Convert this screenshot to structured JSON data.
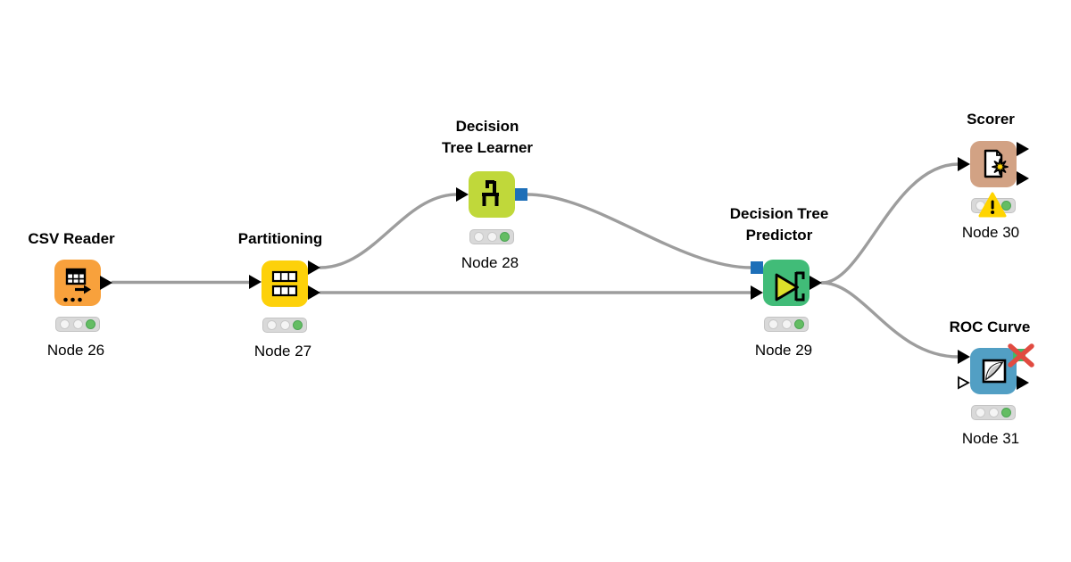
{
  "app": {
    "view": "workflow-canvas",
    "background": "#ffffff"
  },
  "colors": {
    "wire": "#9d9d9d",
    "data_port": "#000000",
    "model_port": "#1d6fb8",
    "image_port": "#3eb96a",
    "traffic_off": "#f4f4f4",
    "traffic_green": "#64bd63",
    "warning_yellow": "#ffd400",
    "error_red": "#e14b41"
  },
  "nodes": [
    {
      "id": "csv-reader",
      "title": "CSV Reader",
      "node_label": "Node 26",
      "color": "#f8a13c",
      "icon": "table-arrow-icon",
      "lights": [
        "off",
        "off",
        "green"
      ],
      "warning_badge": false,
      "error_cross": false
    },
    {
      "id": "partitioning",
      "title": "Partitioning",
      "node_label": "Node 27",
      "color": "#fdd10a",
      "icon": "split-table-icon",
      "lights": [
        "off",
        "off",
        "green"
      ],
      "warning_badge": false,
      "error_cross": false
    },
    {
      "id": "decision-tree-learner",
      "title": "Decision\nTree Learner",
      "node_label": "Node 28",
      "color": "#c0d83a",
      "icon": "decision-tree-icon",
      "lights": [
        "off",
        "off",
        "green"
      ],
      "warning_badge": false,
      "error_cross": false
    },
    {
      "id": "decision-tree-predictor",
      "title": "Decision Tree\nPredictor",
      "node_label": "Node 29",
      "color": "#41bc78",
      "icon": "predictor-triangle-tree-icon",
      "lights": [
        "off",
        "off",
        "green"
      ],
      "warning_badge": false,
      "error_cross": false
    },
    {
      "id": "scorer",
      "title": "Scorer",
      "node_label": "Node 30",
      "color": "#d2a284",
      "icon": "document-star-icon",
      "lights": [
        "off",
        "off",
        "green"
      ],
      "warning_badge": true,
      "error_cross": false
    },
    {
      "id": "roc-curve",
      "title": "ROC Curve",
      "node_label": "Node 31",
      "color": "#529fc4",
      "icon": "roc-plot-icon",
      "lights": [
        "off",
        "off",
        "green"
      ],
      "warning_badge": false,
      "error_cross": true
    }
  ],
  "connections": [
    {
      "from": "CSV Reader",
      "from_port": 1,
      "to": "Partitioning",
      "to_port": 1,
      "type": "data"
    },
    {
      "from": "Partitioning",
      "from_port": 1,
      "to": "Decision Tree Learner",
      "to_port": 1,
      "type": "data"
    },
    {
      "from": "Partitioning",
      "from_port": 2,
      "to": "Decision Tree Predictor",
      "to_port": 2,
      "type": "data"
    },
    {
      "from": "Decision Tree Learner",
      "from_port": 1,
      "to": "Decision Tree Predictor",
      "to_port": 1,
      "type": "model"
    },
    {
      "from": "Decision Tree Predictor",
      "from_port": 1,
      "to": "Scorer",
      "to_port": 1,
      "type": "data"
    },
    {
      "from": "Decision Tree Predictor",
      "from_port": 1,
      "to": "ROC Curve",
      "to_port": 1,
      "type": "data"
    }
  ]
}
